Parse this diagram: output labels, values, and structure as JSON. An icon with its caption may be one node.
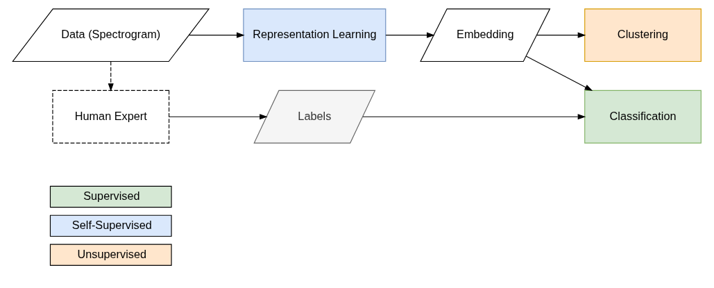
{
  "diagram": {
    "nodes": [
      {
        "text": [
          "Data (Spectrogram)"
        ]
      },
      {
        "text": [
          "Representation Learning"
        ]
      },
      {
        "text": [
          "Embedding"
        ]
      },
      {
        "text": [
          "Clustering"
        ]
      },
      {
        "text": [
          "Classification"
        ]
      },
      {
        "text": [
          "Human Expert"
        ]
      },
      {
        "text": [
          "Labels"
        ]
      }
    ],
    "edges": [
      {
        "from": 0,
        "to": 1,
        "arrow": "to"
      },
      {
        "from": 1,
        "to": 2,
        "arrow": "to"
      },
      {
        "from": 2,
        "to": 3,
        "arrow": "to"
      },
      {
        "from": 2,
        "to": 4,
        "arrow": "to"
      },
      {
        "from": 0,
        "to": 5,
        "arrow": "to",
        "style": "dashed"
      },
      {
        "from": 5,
        "to": 6,
        "arrow": "to"
      },
      {
        "from": 6,
        "to": 4,
        "arrow": "to"
      }
    ],
    "legend": [
      {
        "text": "Supervised",
        "color": "#d5e8d4"
      },
      {
        "text": "Self-Supervised",
        "color": "#dae8fc"
      },
      {
        "text": "Unsupervised",
        "color": "#ffe6cc"
      }
    ]
  }
}
